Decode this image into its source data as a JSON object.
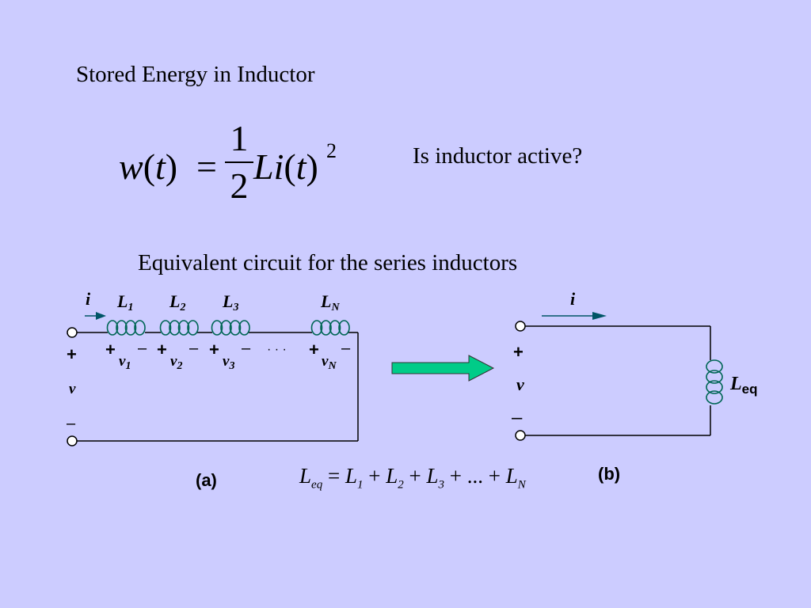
{
  "title": "Stored Energy in Inductor",
  "question": "Is inductor active?",
  "subtitle": "Equivalent circuit for the series inductors",
  "energy_formula": {
    "lhs_var": "w",
    "lhs_arg": "t",
    "equals": "=",
    "numerator": "1",
    "denominator": "2",
    "rhs_L": "L",
    "rhs_i": "i",
    "rhs_arg": "t",
    "exponent": "2"
  },
  "circuit_a": {
    "current_label": "i",
    "source_plus": "+",
    "source_minus": "–",
    "source_voltage": "v",
    "ellipsis": "· · ·",
    "inductors": [
      {
        "label": "L",
        "sub": "1",
        "vlabel": "v",
        "vsub": "1",
        "plus": "+",
        "minus": "–"
      },
      {
        "label": "L",
        "sub": "2",
        "vlabel": "v",
        "vsub": "2",
        "plus": "+",
        "minus": "–"
      },
      {
        "label": "L",
        "sub": "3",
        "vlabel": "v",
        "vsub": "3",
        "plus": "+",
        "minus": "–"
      },
      {
        "label": "L",
        "sub": "N",
        "vlabel": "v",
        "vsub": "N",
        "plus": "+",
        "minus": "–"
      }
    ],
    "caption": "(a)"
  },
  "circuit_b": {
    "current_label": "i",
    "source_plus": "+",
    "source_minus": "–",
    "source_voltage": "v",
    "inductor_label": "L",
    "inductor_sub": "eq",
    "caption": "(b)"
  },
  "leq_formula": {
    "lhs": "L",
    "lhs_sub": "eq",
    "equals": "=",
    "terms": [
      {
        "L": "L",
        "sub": "1"
      },
      {
        "L": "L",
        "sub": "2"
      },
      {
        "L": "L",
        "sub": "3"
      },
      {
        "L": "...",
        "sub": ""
      },
      {
        "L": "L",
        "sub": "N"
      }
    ],
    "plus": "+"
  },
  "colors": {
    "background": "#ccccff",
    "arrow_fill": "#00cc88",
    "current_arrow": "#005566",
    "wire": "#000000",
    "coil": "#006655"
  }
}
